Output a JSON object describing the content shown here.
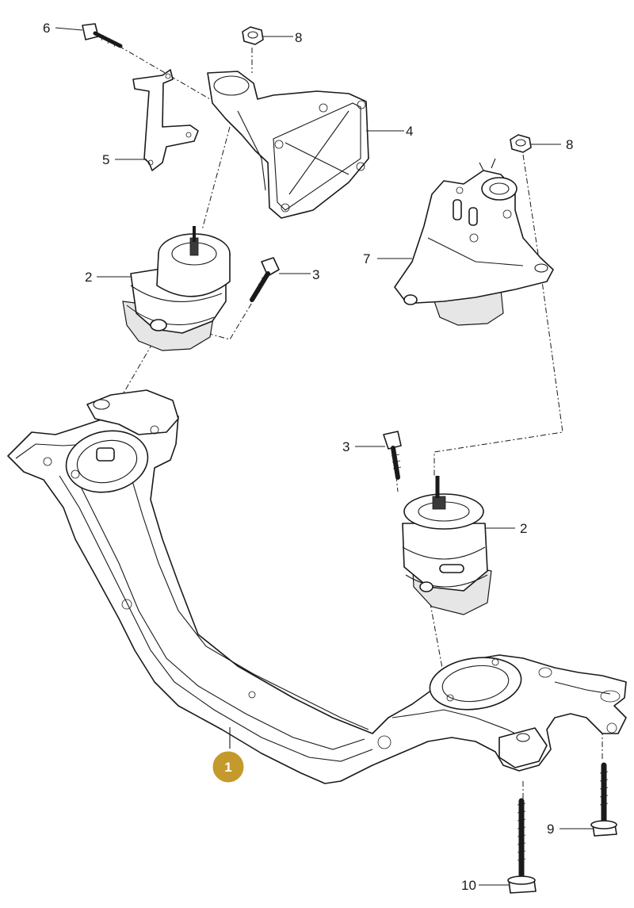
{
  "callouts": {
    "c1": "1",
    "c2a": "2",
    "c2b": "2",
    "c3a": "3",
    "c3b": "3",
    "c4": "4",
    "c5": "5",
    "c6": "6",
    "c7": "7",
    "c8a": "8",
    "c8b": "8",
    "c9": "9",
    "c10": "10"
  },
  "colors": {
    "badge": "#C49A2C",
    "line": "#1a1a1a"
  }
}
